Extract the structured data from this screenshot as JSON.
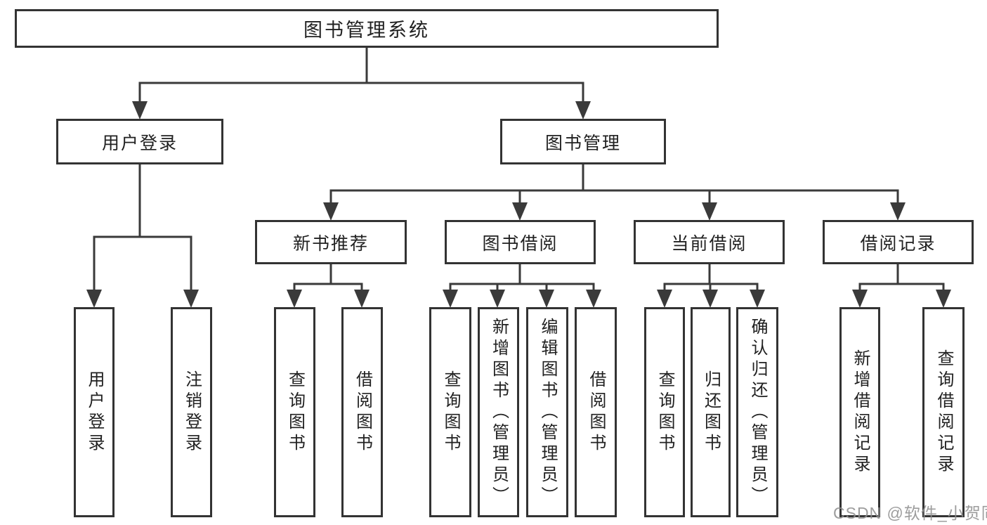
{
  "colors": {
    "line": "#3a3a3a",
    "box_border": "#333333",
    "text": "#212121",
    "background": "#ffffff",
    "watermark": "#8f8f8f"
  },
  "tree": {
    "root": {
      "label": "图书管理系统"
    },
    "branches": [
      {
        "label": "用户登录",
        "leaves": [
          {
            "label": "用户登录"
          },
          {
            "label": "注销登录"
          }
        ]
      },
      {
        "label": "图书管理",
        "sections": [
          {
            "label": "新书推荐",
            "leaves": [
              {
                "label": "查询图书"
              },
              {
                "label": "借阅图书"
              }
            ]
          },
          {
            "label": "图书借阅",
            "leaves": [
              {
                "label": "查询图书"
              },
              {
                "label": "新增图书（管理员）"
              },
              {
                "label": "编辑图书（管理员）"
              },
              {
                "label": "借阅图书"
              }
            ]
          },
          {
            "label": "当前借阅",
            "leaves": [
              {
                "label": "查询图书"
              },
              {
                "label": "归还图书"
              },
              {
                "label": "确认归还（管理员）"
              }
            ]
          },
          {
            "label": "借阅记录",
            "leaves": [
              {
                "label": "新增借阅记录"
              },
              {
                "label": "查询借阅记录"
              }
            ]
          }
        ]
      }
    ]
  },
  "watermark": {
    "text": "CSDN @软件_小贺同学"
  }
}
